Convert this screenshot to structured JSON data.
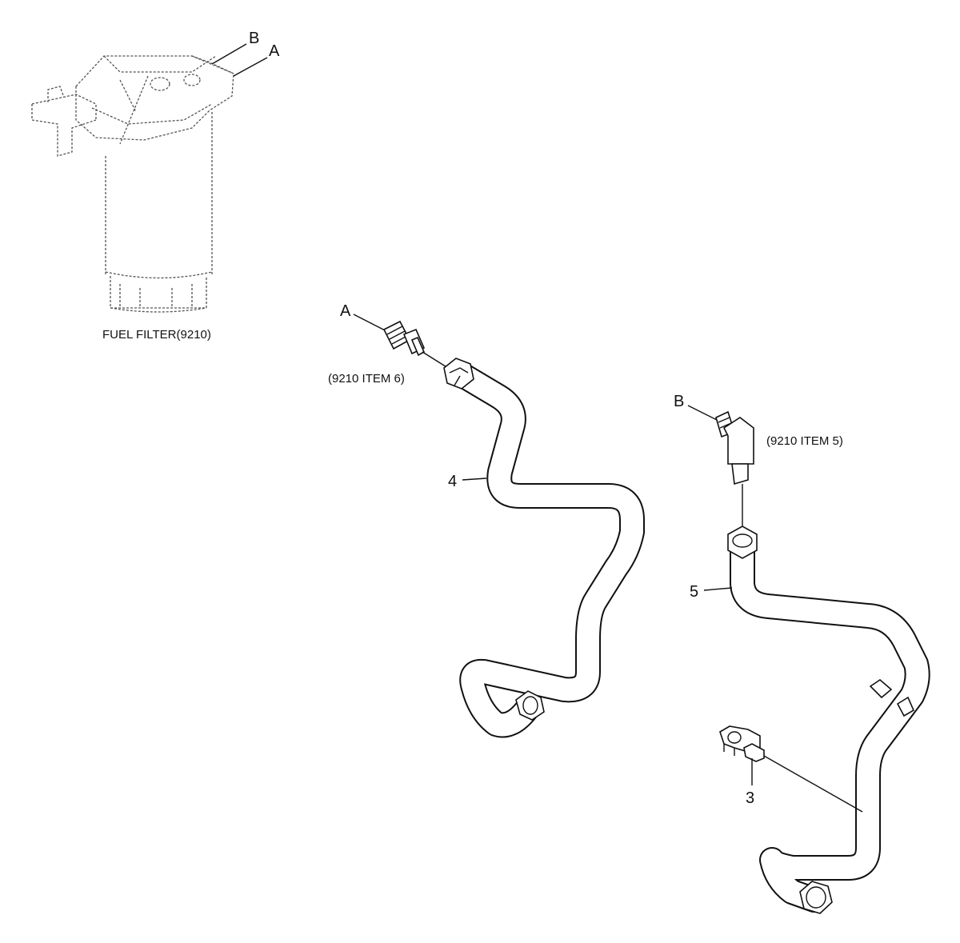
{
  "callouts": {
    "filter_b": "B",
    "filter_a": "A",
    "fitting_a": "A",
    "fitting_b": "B",
    "part_4": "4",
    "part_5": "5",
    "part_3": "3"
  },
  "captions": {
    "fuel_filter": "FUEL FILTER(9210)",
    "item_6": "(9210 ITEM 6)",
    "item_5": "(9210 ITEM 5)"
  }
}
